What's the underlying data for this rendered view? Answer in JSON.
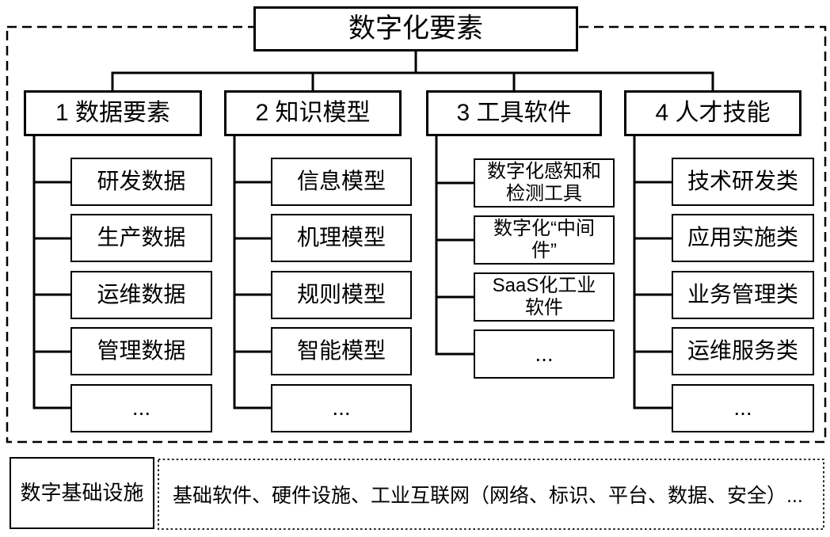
{
  "diagram": {
    "root": "数字化要素",
    "columns": [
      {
        "header": "1 数据要素",
        "children": [
          "研发数据",
          "生产数据",
          "运维数据",
          "管理数据",
          "..."
        ]
      },
      {
        "header": "2 知识模型",
        "children": [
          "信息模型",
          "机理模型",
          "规则模型",
          "智能模型",
          "..."
        ]
      },
      {
        "header": "3 工具软件",
        "children": [
          "数字化感知和\n检测工具",
          "数字化“中间\n件”",
          "SaaS化工业\n软件",
          "..."
        ]
      },
      {
        "header": "4 人才技能",
        "children": [
          "技术研发类",
          "应用实施类",
          "业务管理类",
          "运维服务类",
          "..."
        ]
      }
    ],
    "infrastructure": {
      "label": "数字基础设施",
      "description": "基础软件、硬件设施、工业互联网（网络、标识、平台、数据、安全）..."
    },
    "colors": {
      "line": "#000000",
      "background": "#ffffff",
      "text": "#000000"
    }
  }
}
